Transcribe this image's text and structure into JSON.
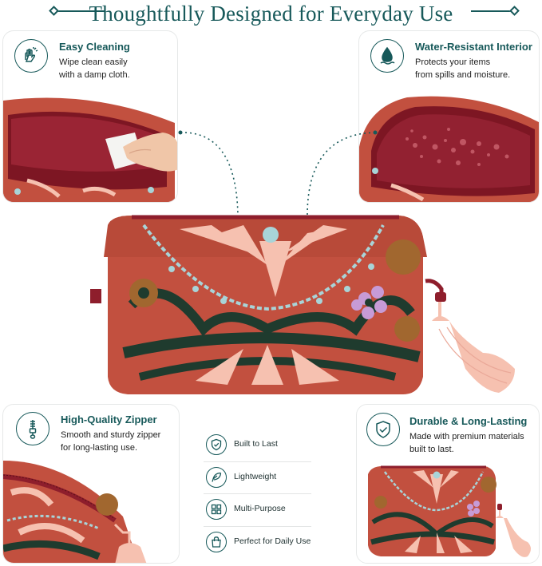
{
  "header": {
    "title": "Thoughtfully Designed for Everyday Use"
  },
  "features": {
    "cleaning": {
      "title": "Easy Cleaning",
      "desc_1": "Wipe clean easily",
      "desc_2": "with a damp cloth."
    },
    "water": {
      "title": "Water-Resistant Interior",
      "desc_1": "Protects your items",
      "desc_2": "from spills and moisture."
    },
    "zipper": {
      "title": "High-Quality Zipper",
      "desc_1": "Smooth and sturdy zipper",
      "desc_2": "for long-lasting use."
    },
    "durable": {
      "title": "Durable & Long-Lasting",
      "desc_1": "Made with premium materials",
      "desc_2": "built to last."
    }
  },
  "benefits": [
    {
      "label": "Built to Last",
      "icon": "shield-check-icon"
    },
    {
      "label": "Lightweight",
      "icon": "feather-icon"
    },
    {
      "label": "Multi-Purpose",
      "icon": "grid-icon"
    },
    {
      "label": "Perfect for Daily Use",
      "icon": "bag-icon"
    }
  ],
  "colors": {
    "teal": "#17595a",
    "terracotta": "#c2503f",
    "burgundy": "#8e1e2c",
    "dark_green": "#1f3b2e",
    "pink": "#f6c1b0"
  }
}
